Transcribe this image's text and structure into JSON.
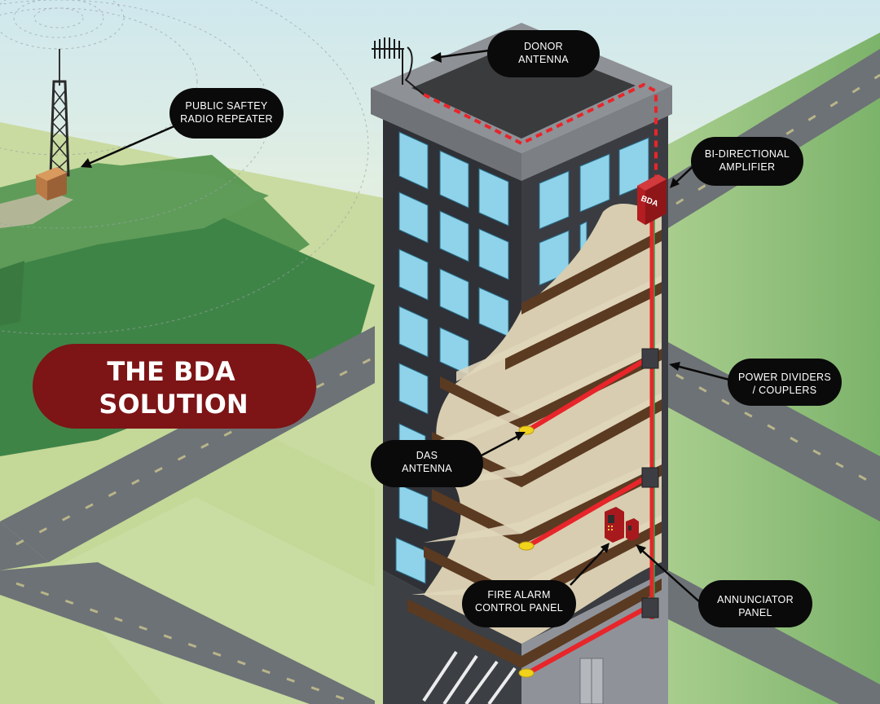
{
  "title": {
    "line1": "THE BDA",
    "line2": "SOLUTION",
    "badge_color": "#7d1416"
  },
  "callouts": {
    "donor_antenna": {
      "line1": "DONOR",
      "line2": "ANTENNA"
    },
    "public_safety_repeater": {
      "line1": "PUBLIC SAFTEY",
      "line2": "RADIO REPEATER"
    },
    "bda_amplifier": {
      "line1": "BI-DIRECTIONAL",
      "line2": "AMPLIFIER"
    },
    "power_dividers": {
      "line1": "POWER DIVIDERS",
      "line2": "/ COUPLERS"
    },
    "das_antenna": {
      "line1": "DAS",
      "line2": "ANTENNA"
    },
    "fire_alarm_panel": {
      "line1": "FIRE ALARM",
      "line2": "CONTROL PANEL"
    },
    "annunciator_panel": {
      "line1": "ANNUNCIATOR",
      "line2": "PANEL"
    }
  },
  "bda_box_label": "BDA",
  "colors": {
    "cable_red": "#e8252a",
    "building_dark": "#2f3136",
    "window_blue": "#8fd3ea",
    "floor_beige": "#d8cdb0",
    "road_gray": "#6c7176",
    "grass_light": "#cddca0",
    "grass_green": "#6fab5d",
    "callout_black": "#0a0a0a"
  }
}
